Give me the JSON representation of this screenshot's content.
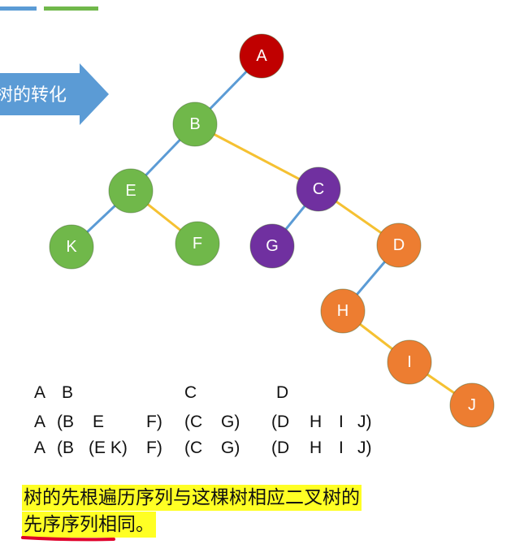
{
  "banner": {
    "text": "树的转化"
  },
  "colors": {
    "node_red": "#c00000",
    "node_green": "#70b84a",
    "node_purple": "#7030a0",
    "node_orange": "#ed7d31",
    "edge_blue": "#5b9bd5",
    "edge_yellow": "#f5c132",
    "highlight": "#ffff24",
    "underline": "#e0002a"
  },
  "tree": {
    "nodes": [
      {
        "id": "A",
        "label": "A",
        "color": "node_red"
      },
      {
        "id": "B",
        "label": "B",
        "color": "node_green"
      },
      {
        "id": "E",
        "label": "E",
        "color": "node_green"
      },
      {
        "id": "K",
        "label": "K",
        "color": "node_green"
      },
      {
        "id": "F",
        "label": "F",
        "color": "node_green"
      },
      {
        "id": "C",
        "label": "C",
        "color": "node_purple"
      },
      {
        "id": "G",
        "label": "G",
        "color": "node_purple"
      },
      {
        "id": "D",
        "label": "D",
        "color": "node_orange"
      },
      {
        "id": "H",
        "label": "H",
        "color": "node_orange"
      },
      {
        "id": "I",
        "label": "I",
        "color": "node_orange"
      },
      {
        "id": "J",
        "label": "J",
        "color": "node_orange"
      }
    ],
    "edges": [
      {
        "from": "A",
        "to": "B",
        "kind": "left-child"
      },
      {
        "from": "B",
        "to": "E",
        "kind": "left-child"
      },
      {
        "from": "E",
        "to": "K",
        "kind": "left-child"
      },
      {
        "from": "B",
        "to": "C",
        "kind": "right-child"
      },
      {
        "from": "E",
        "to": "F",
        "kind": "right-child"
      },
      {
        "from": "C",
        "to": "G",
        "kind": "left-child"
      },
      {
        "from": "C",
        "to": "D",
        "kind": "right-child"
      },
      {
        "from": "D",
        "to": "H",
        "kind": "left-child"
      },
      {
        "from": "H",
        "to": "I",
        "kind": "right-child"
      },
      {
        "from": "I",
        "to": "J",
        "kind": "right-child"
      }
    ]
  },
  "sequences": {
    "row1": {
      "a": "A",
      "b": "B",
      "c": "C",
      "d": "D"
    },
    "row2": {
      "a": "A",
      "b": "(B",
      "e": "E",
      "f": "F)",
      "c": "(C",
      "g": "G)",
      "d": "(D",
      "h": "H",
      "i": "I",
      "j": "J)"
    },
    "row3": {
      "a": "A",
      "b": "(B",
      "ek": "(E K)",
      "f": "F)",
      "c": "(C",
      "g": "G)",
      "d": "(D",
      "h": "H",
      "i": "I",
      "j": "J)"
    }
  },
  "note": {
    "line1": "树的先根遍历序列与这棵树相应二叉树的",
    "line2": "先序序列相同。"
  }
}
